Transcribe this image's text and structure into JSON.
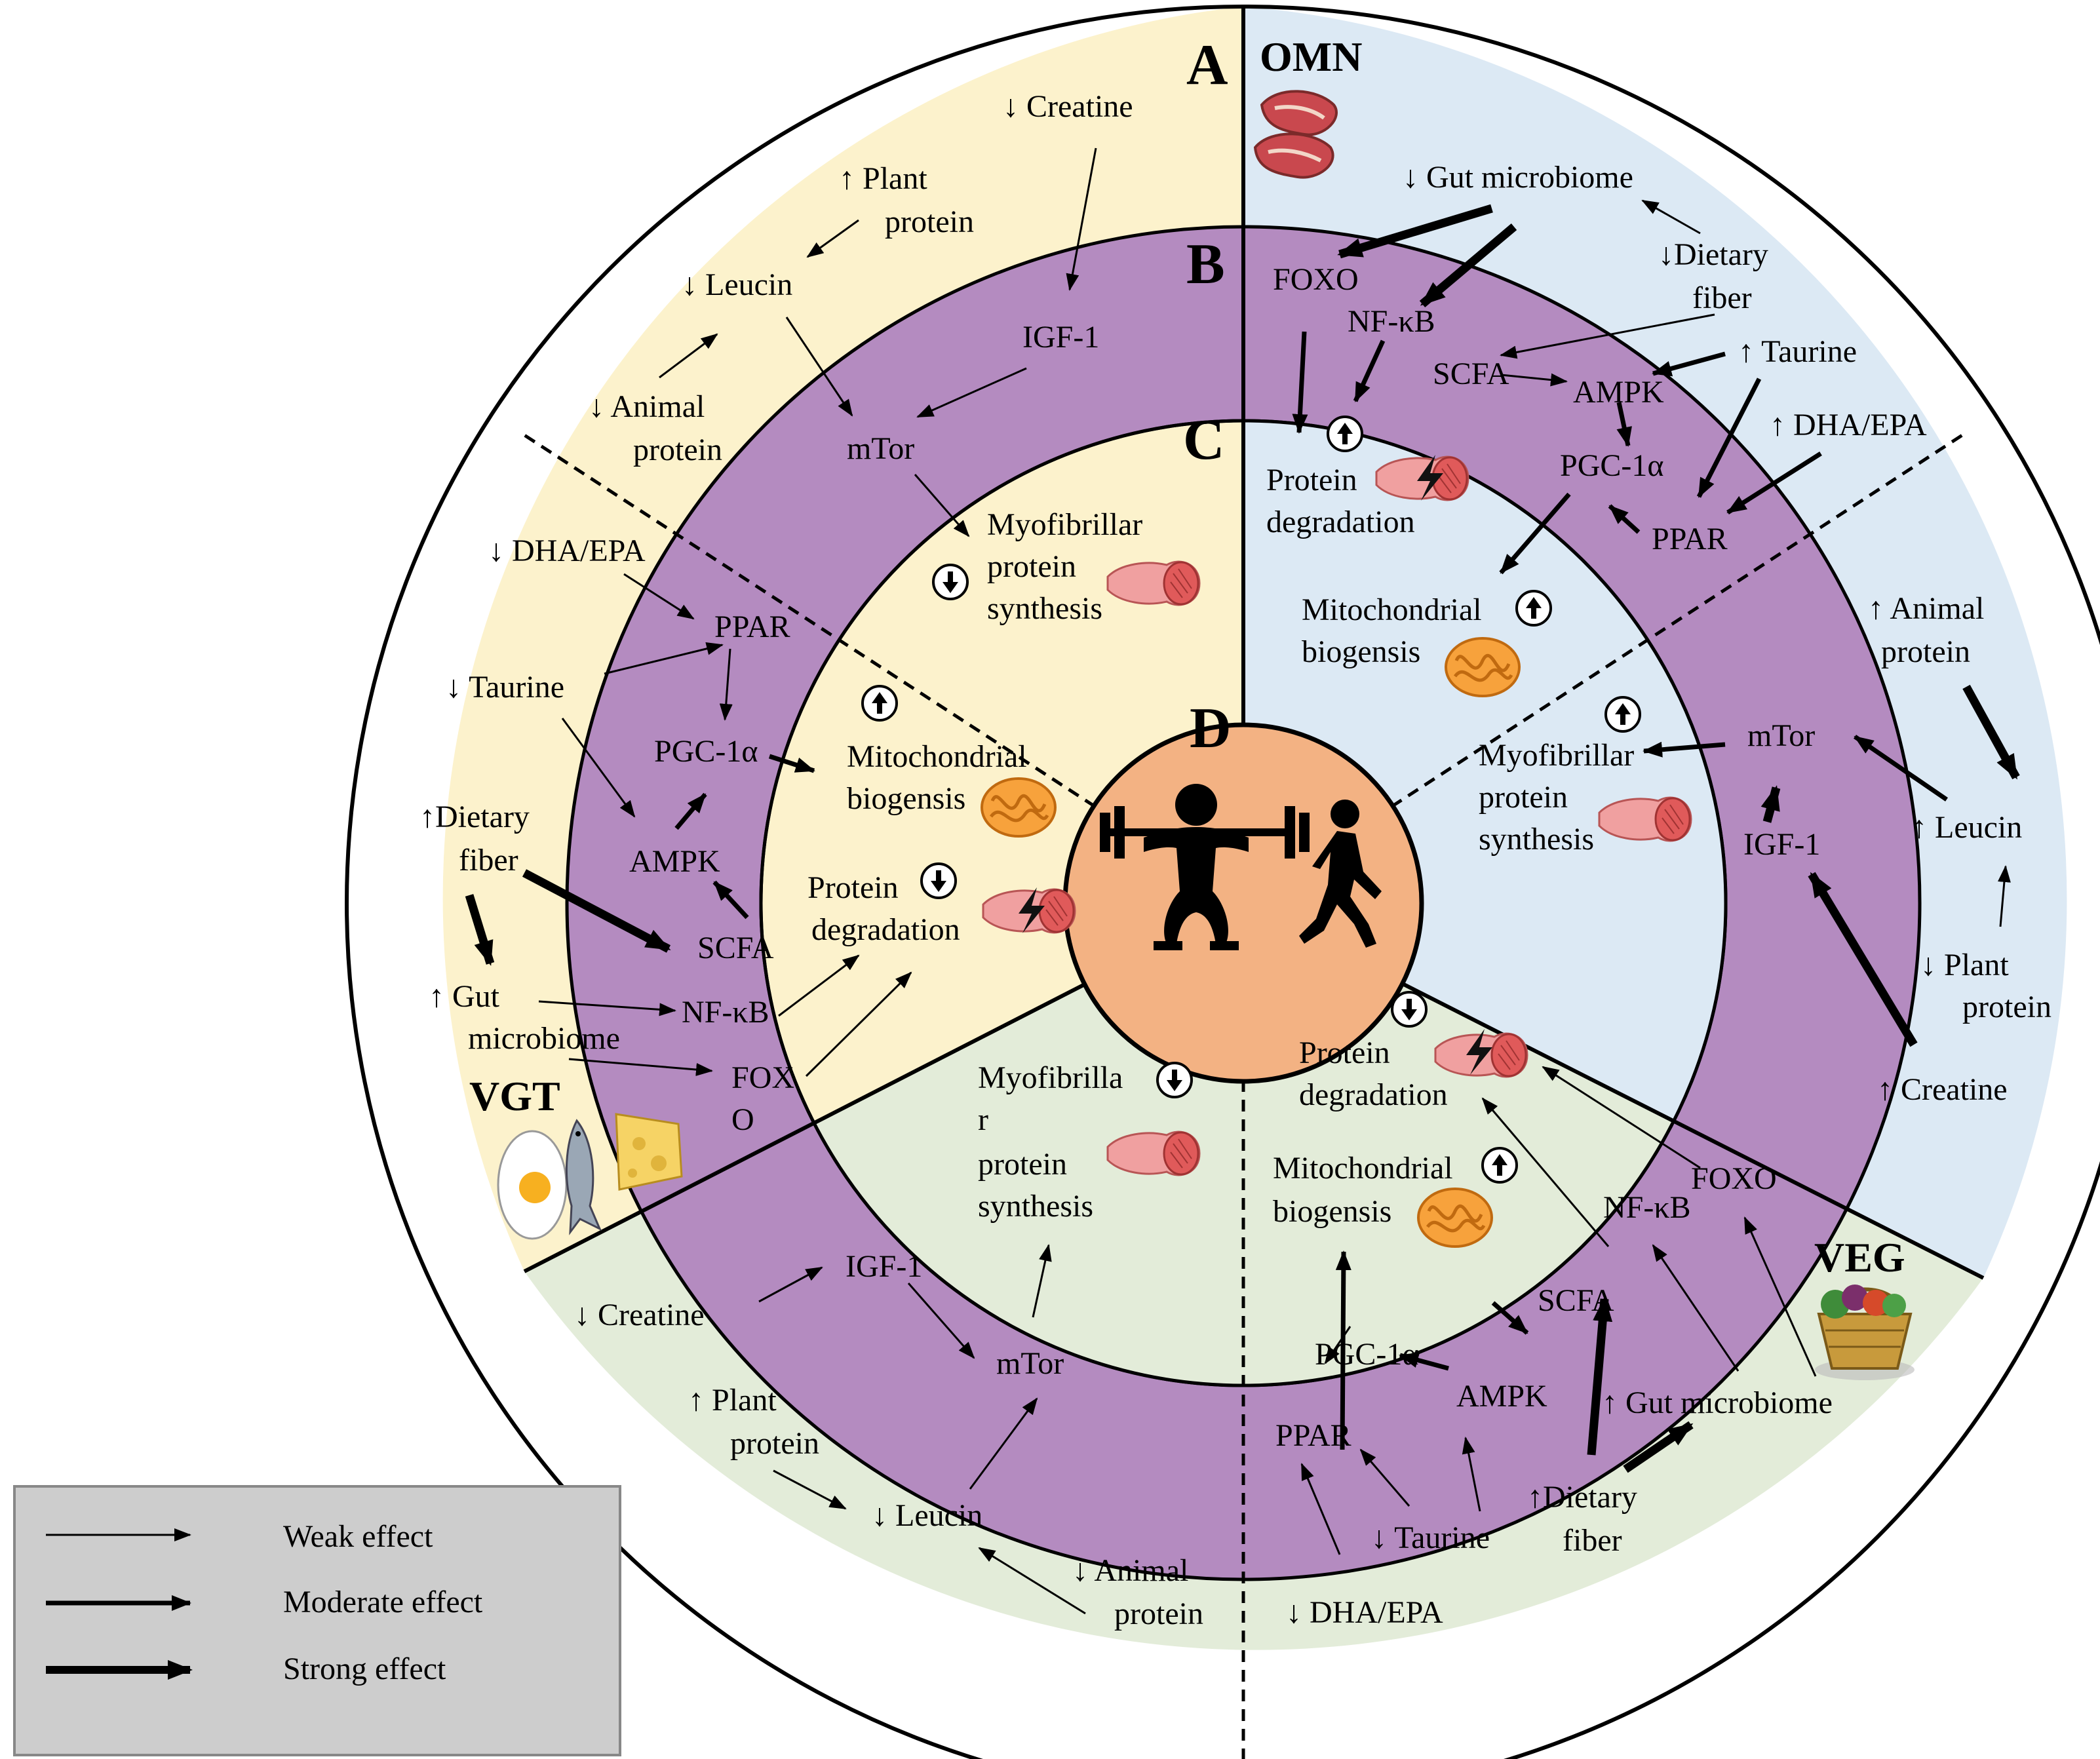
{
  "panels": {
    "A": "A",
    "B": "B",
    "C": "C",
    "D": "D"
  },
  "diets": {
    "omn": "OMN",
    "vgt": "VGT",
    "veg": "VEG"
  },
  "legend": {
    "weak": "Weak effect",
    "moderate": "Moderate effect",
    "strong": "Strong effect"
  },
  "colors": {
    "omnivore_bg": "#dce9f4",
    "vegetarian_bg": "#fcf2cc",
    "vegan_bg": "#e3ecd9",
    "signaling_ring": "#b48bc0",
    "center": "#f3b283",
    "legend_bg": "#cdcdcd"
  },
  "icons": {
    "omn": "steak-icon",
    "vgt": [
      "egg-icon",
      "fish-icon",
      "cheese-icon"
    ],
    "veg": "vegetable-basket-icon",
    "center": [
      "weightlifter-icon",
      "runner-icon"
    ],
    "muscle": "muscle-icon",
    "damaged_muscle": "lightning-muscle-icon",
    "mitochondria": "mitochondria-icon",
    "up": "up-arrow-circle-icon",
    "down": "down-arrow-circle-icon"
  },
  "omn": {
    "gut": "↓ Gut microbiome",
    "fiber": [
      "↓Dietary",
      "fiber"
    ],
    "taurine": "↑ Taurine",
    "dha": "↑ DHA/EPA",
    "animal": [
      "↑ Animal",
      "protein"
    ],
    "leucin": "↑ Leucin",
    "plant": [
      "↓ Plant",
      "protein"
    ],
    "creatine": "↑ Creatine",
    "foxo": "FOXO",
    "nfkb": "NF-κB",
    "scfa": "SCFA",
    "ampk": "AMPK",
    "pgc": "PGC-1α",
    "ppar": "PPAR",
    "mtor": "mTor",
    "igf": "IGF-1",
    "degradation": [
      "Protein",
      "degradation"
    ],
    "mito": [
      "Mitochondrial",
      "biogensis"
    ],
    "mps": [
      "Myofibrillar",
      "protein",
      "synthesis"
    ]
  },
  "vgt": {
    "creatine": "↓ Creatine",
    "plant": [
      "↑ Plant",
      "protein"
    ],
    "leucin": "↓ Leucin",
    "animal": [
      "↓ Animal",
      "protein"
    ],
    "dha": "↓ DHA/EPA",
    "taurine": "↓ Taurine",
    "fiber": [
      "↑Dietary",
      "fiber"
    ],
    "gut": [
      "↑ Gut",
      "microbiome"
    ],
    "igf": "IGF-1",
    "mtor": "mTor",
    "ppar": "PPAR",
    "pgc": "PGC-1α",
    "ampk": "AMPK",
    "scfa": "SCFA",
    "nfkb": "NF-κB",
    "foxo": [
      "FOX",
      "O"
    ],
    "mps": [
      "Myofibrillar",
      "protein",
      "synthesis"
    ],
    "mito": [
      "Mitochondrial",
      "biogensis"
    ],
    "degradation": [
      "Protein",
      "degradation"
    ]
  },
  "veg": {
    "creatine": "↓ Creatine",
    "plant": [
      "↑ Plant",
      "protein"
    ],
    "leucin": "↓ Leucin",
    "animal": [
      "↓ Animal",
      "protein"
    ],
    "taurine": "↓ Taurine",
    "dha": "↓ DHA/EPA",
    "fiber": [
      "↑Dietary",
      "fiber"
    ],
    "gut": "↑ Gut microbiome",
    "igf": "IGF-1",
    "mtor": "mTor",
    "ppar": "PPAR",
    "pgc": "PGC-1α",
    "ampk": "AMPK",
    "scfa": "SCFA",
    "nfkb": "NF-κB",
    "foxo": "FOXO",
    "mps": [
      "Myofibrilla",
      "r",
      "protein",
      "synthesis"
    ],
    "degradation": [
      "Protein",
      "degradation"
    ],
    "mito": [
      "Mitochondrial",
      "biogensis"
    ]
  }
}
